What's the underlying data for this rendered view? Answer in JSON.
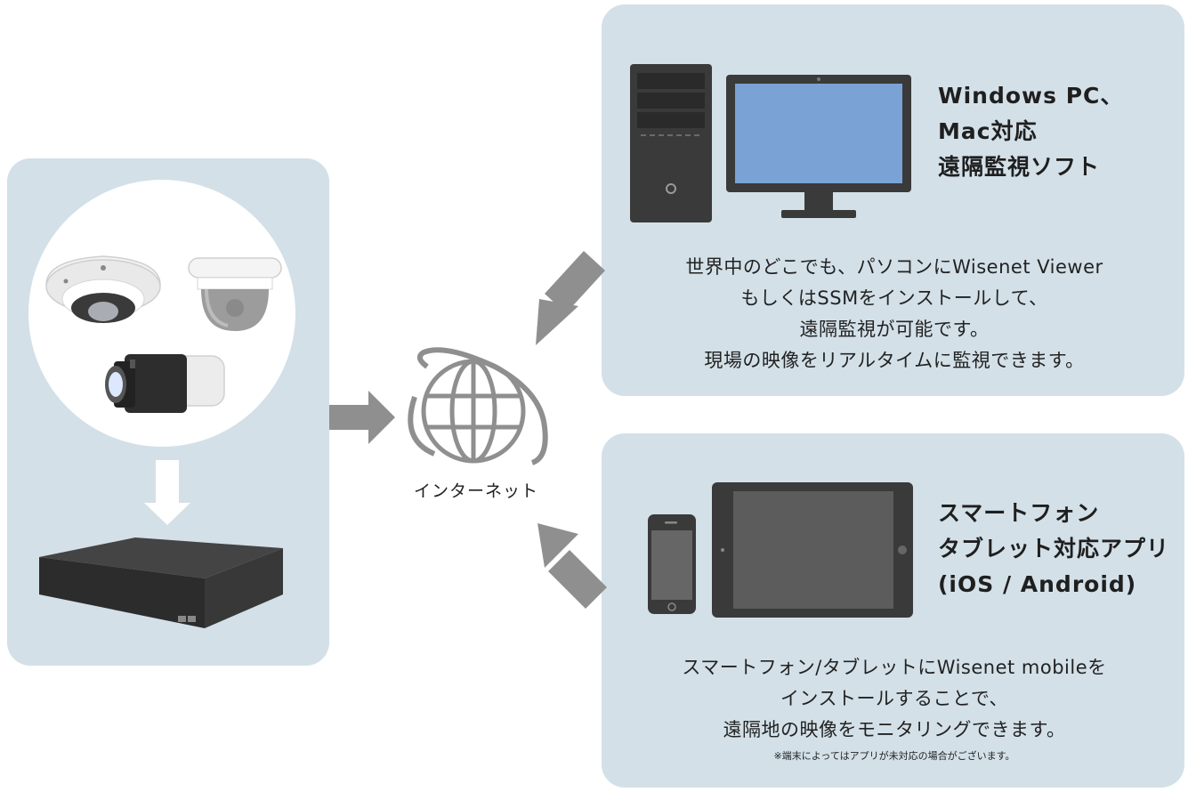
{
  "internet": {
    "label": "インターネット"
  },
  "pc_panel": {
    "title_lines": [
      "Windows PC、",
      "Mac対応",
      "遠隔監視ソフト"
    ],
    "description_lines": [
      "世界中のどこでも、パソコンにWisenet Viewer",
      "もしくはSSMをインストールして、",
      "遠隔監視が可能です。",
      "現場の映像をリアルタイムに監視できます。"
    ]
  },
  "mobile_panel": {
    "title_lines": [
      "スマートフォン",
      "タブレット対応アプリ",
      "(iOS / Android)"
    ],
    "description_lines": [
      "スマートフォン/タブレットにWisenet mobileを",
      "インストールすることで、",
      "遠隔地の映像をモニタリングできます。"
    ],
    "note": "※端末によってはアプリが未対応の場合がございます。"
  },
  "colors": {
    "panel_bg": "#d3e0e8",
    "arrow": "#8f8f8f",
    "device_dark": "#3a3a3a",
    "monitor_screen": "#7aa2d4",
    "tablet_screen": "#5c5c5c"
  },
  "icons": [
    "globe-icon",
    "dome-camera-icon",
    "box-camera-icon",
    "recorder-icon",
    "desktop-pc-icon",
    "monitor-icon",
    "smartphone-icon",
    "tablet-icon"
  ]
}
